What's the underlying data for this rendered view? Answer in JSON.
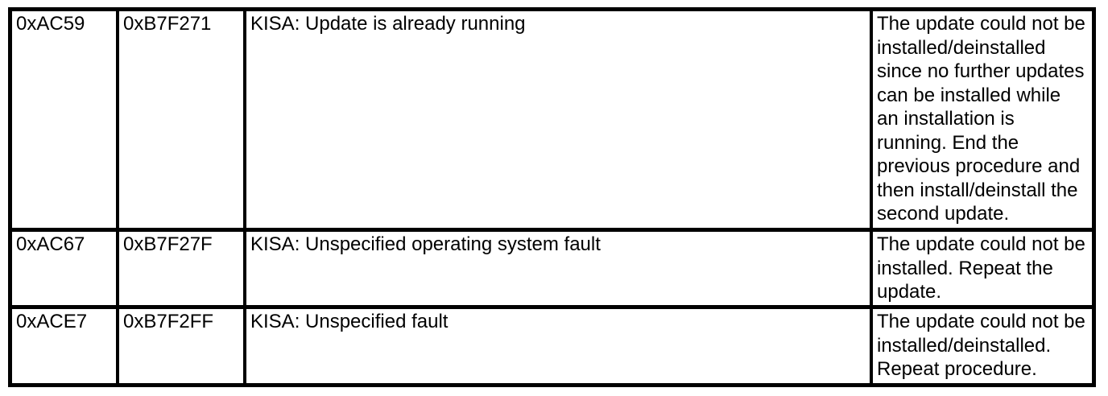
{
  "page": {
    "background_color": "#ffffff",
    "text_color": "#000000",
    "border_color": "#000000"
  },
  "table": {
    "columns": [
      "error_code",
      "detail_code",
      "message",
      "remedy"
    ],
    "rows": [
      {
        "error_code": "0xAC59",
        "detail_code": "0xB7F271",
        "message": "KISA: Update is already running",
        "remedy": "The update could not be\ninstalled/deinstalled\nsince no further updates\ncan be installed while\nan installation is\nrunning. End the\nprevious procedure and\nthen install/deinstall the\nsecond update."
      },
      {
        "error_code": "0xAC67",
        "detail_code": "0xB7F27F",
        "message": "KISA: Unspecified operating system fault",
        "remedy": "The update could not be\ninstalled. Repeat the\nupdate."
      },
      {
        "error_code": "0xACE7",
        "detail_code": "0xB7F2FF",
        "message": "KISA: Unspecified fault",
        "remedy": "The update could not be\ninstalled/deinstalled.\nRepeat procedure."
      }
    ]
  }
}
